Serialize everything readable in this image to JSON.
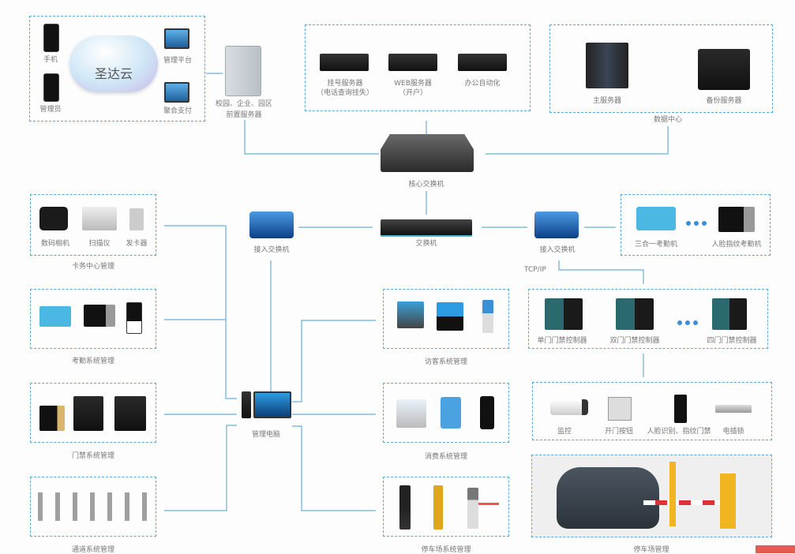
{
  "cloud_group": {
    "cloud_label": "圣达云",
    "devices": [
      "手机",
      "管理员",
      "管理平台",
      "聚合支付"
    ]
  },
  "front_server": {
    "label_line1": "校园、企业、园区",
    "label_line2": "前置服务器"
  },
  "server_group": {
    "items": [
      {
        "line1": "挂号服务器",
        "line2": "（电话查询挂失）"
      },
      {
        "line1": "WEB服务器",
        "line2": "（开户）"
      },
      {
        "line1": "办公自动化",
        "line2": ""
      }
    ]
  },
  "data_center": {
    "title": "数据中心",
    "items": [
      "主服务器",
      "备份服务器"
    ]
  },
  "core_switch": {
    "label": "核心交换机"
  },
  "switch": {
    "label": "交换机"
  },
  "access_switch_left": {
    "label": "接入交换机"
  },
  "access_switch_right": {
    "label": "接入交换机",
    "protocol": "TCP/IP"
  },
  "attendance_machines": {
    "items": [
      "三合一考勤机",
      "人脸指纹考勤机"
    ]
  },
  "door_controllers": {
    "items": [
      "单门门禁控制器",
      "双门门禁控制器",
      "四门门禁控制器"
    ]
  },
  "door_peripherals": {
    "items": [
      "监控",
      "开门按钮",
      "人脸识别、指纹门禁",
      "电插锁"
    ]
  },
  "card_center": {
    "title": "卡务中心管理",
    "items": [
      "数码相机",
      "扫描仪",
      "发卡器"
    ]
  },
  "attendance_system": {
    "title": "考勤系统管理"
  },
  "access_system": {
    "title": "门禁系统管理"
  },
  "channel_system": {
    "title": "通道系统管理"
  },
  "visitor_system": {
    "title": "访客系统管理"
  },
  "consumption_system": {
    "title": "消费系统管理"
  },
  "parking_system": {
    "title": "停车场系统管理"
  },
  "parking_lot": {
    "title": "停车场管理"
  },
  "management_pc": {
    "label": "管理电脑"
  },
  "colors": {
    "line": "#5aa8d8",
    "accent_red": "#e55a52",
    "dots": "#3a8fd8"
  }
}
